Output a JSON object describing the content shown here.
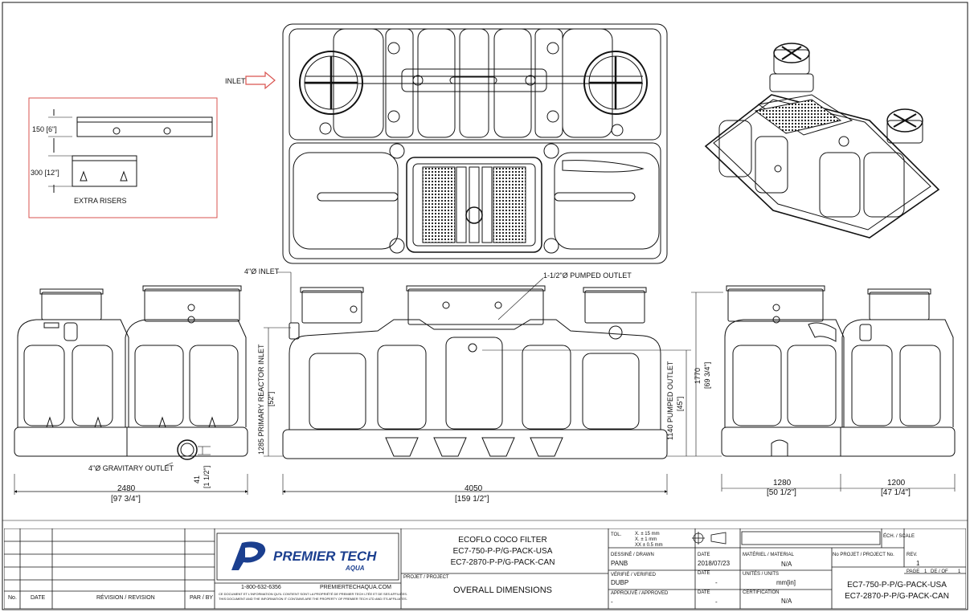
{
  "labels": {
    "inlet_arrow": "INLET",
    "riser_150": "150 [6\"]",
    "riser_300": "300 [12\"]",
    "extra_risers": "EXTRA RISERS",
    "inlet_4": "4\"Ø INLET",
    "pumped_outlet_112": "1-1/2\"Ø PUMPED OUTLET",
    "gravitary_outlet": "4\"Ø GRAVITARY OUTLET",
    "dim_41": "41",
    "dim_41_in": "[1 1/2\"]",
    "dim_1285": "1285  PRIMARY REACTOR INLET",
    "dim_1285_in": "[52\"]",
    "dim_1140": "1140 PUMPED OUTLET",
    "dim_1140_in": "[45\"]",
    "dim_1770": "1770",
    "dim_1770_in": "[69 3/4\"]",
    "dim_2480": "2480",
    "dim_2480_in": "[97 3/4\"]",
    "dim_4050": "4050",
    "dim_4050_in": "[159 1/2\"]",
    "dim_1280": "1280",
    "dim_1280_in": "[50 1/2\"]",
    "dim_1200": "1200",
    "dim_1200_in": "[47 1/4\"]"
  },
  "title_block": {
    "rev_no_header": "No.",
    "rev_date_header": "DATE",
    "rev_revision_header": "RÉVISION / REVISION",
    "rev_by_header": "PAR / BY",
    "logo_text": "PREMIER TECH",
    "logo_sub": "AQUA",
    "phone": "1-800-632-6356",
    "website": "PREMIERTECHAQUA.COM",
    "legal_fr": "CE DOCUMENT ET L'INFORMATION QU'IL CONTIENT SONT LA PROPRIÉTÉ DE PREMIER TECH LTÉE ET DE SES AFFILIÉES.",
    "legal_en": "THIS DOCUMENT AND THE INFORMATION IT CONTAINS ARE THE PROPERTY OF PREMIER TECH LTD AND ITS AFFILIATES.",
    "product_name": "ECOFLO COCO FILTER",
    "model_usa": "EC7-750-P-P/G-PACK-USA",
    "model_can": "EC7-2870-P-P/G-PACK-CAN",
    "project_label": "PROJET / PROJECT",
    "project_title": "OVERALL DIMENSIONS",
    "tol_label": "TOL.",
    "tol_x": "X.   ± 15    mm",
    "tol_xx": "X.   ± 1      mm",
    "tol_xxx": "XX   ± 0.5   mm",
    "drawn_label": "DESSINÉ / DRAWN",
    "drawn_value": "PANB",
    "date_label": "DATE",
    "drawn_date": "2018/07/23",
    "verified_label": "VÉRIFIÉ / VERIFIED",
    "verified_value": "DUBP",
    "verified_date": "-",
    "approved_label": "APPROUVÉ / APPROVED",
    "approved_value": "-",
    "approved_date": "-",
    "material_label": "MATÉRIEL / MATERIAL",
    "material_value": "N/A",
    "units_label": "UNITÉS / UNITS",
    "units_value": "mm[in]",
    "cert_label": "CERTIFICATION",
    "cert_value": "N/A",
    "scale_label": "ÉCH. / SCALE",
    "project_no_label": "No PROJET / PROJECT No.",
    "rev_label": "REV.",
    "rev_value": "1",
    "page_label": "PAGE",
    "page_value": "1",
    "page_of": "DE / OF",
    "page_total": "1",
    "drawing_no_usa": "EC7-750-P-P/G-PACK-USA",
    "drawing_no_can": "EC7-2870-P-P/G-PACK-CAN"
  },
  "colors": {
    "line": "#111111",
    "highlight": "#d9534f",
    "logo_blue": "#1b3f8f"
  }
}
